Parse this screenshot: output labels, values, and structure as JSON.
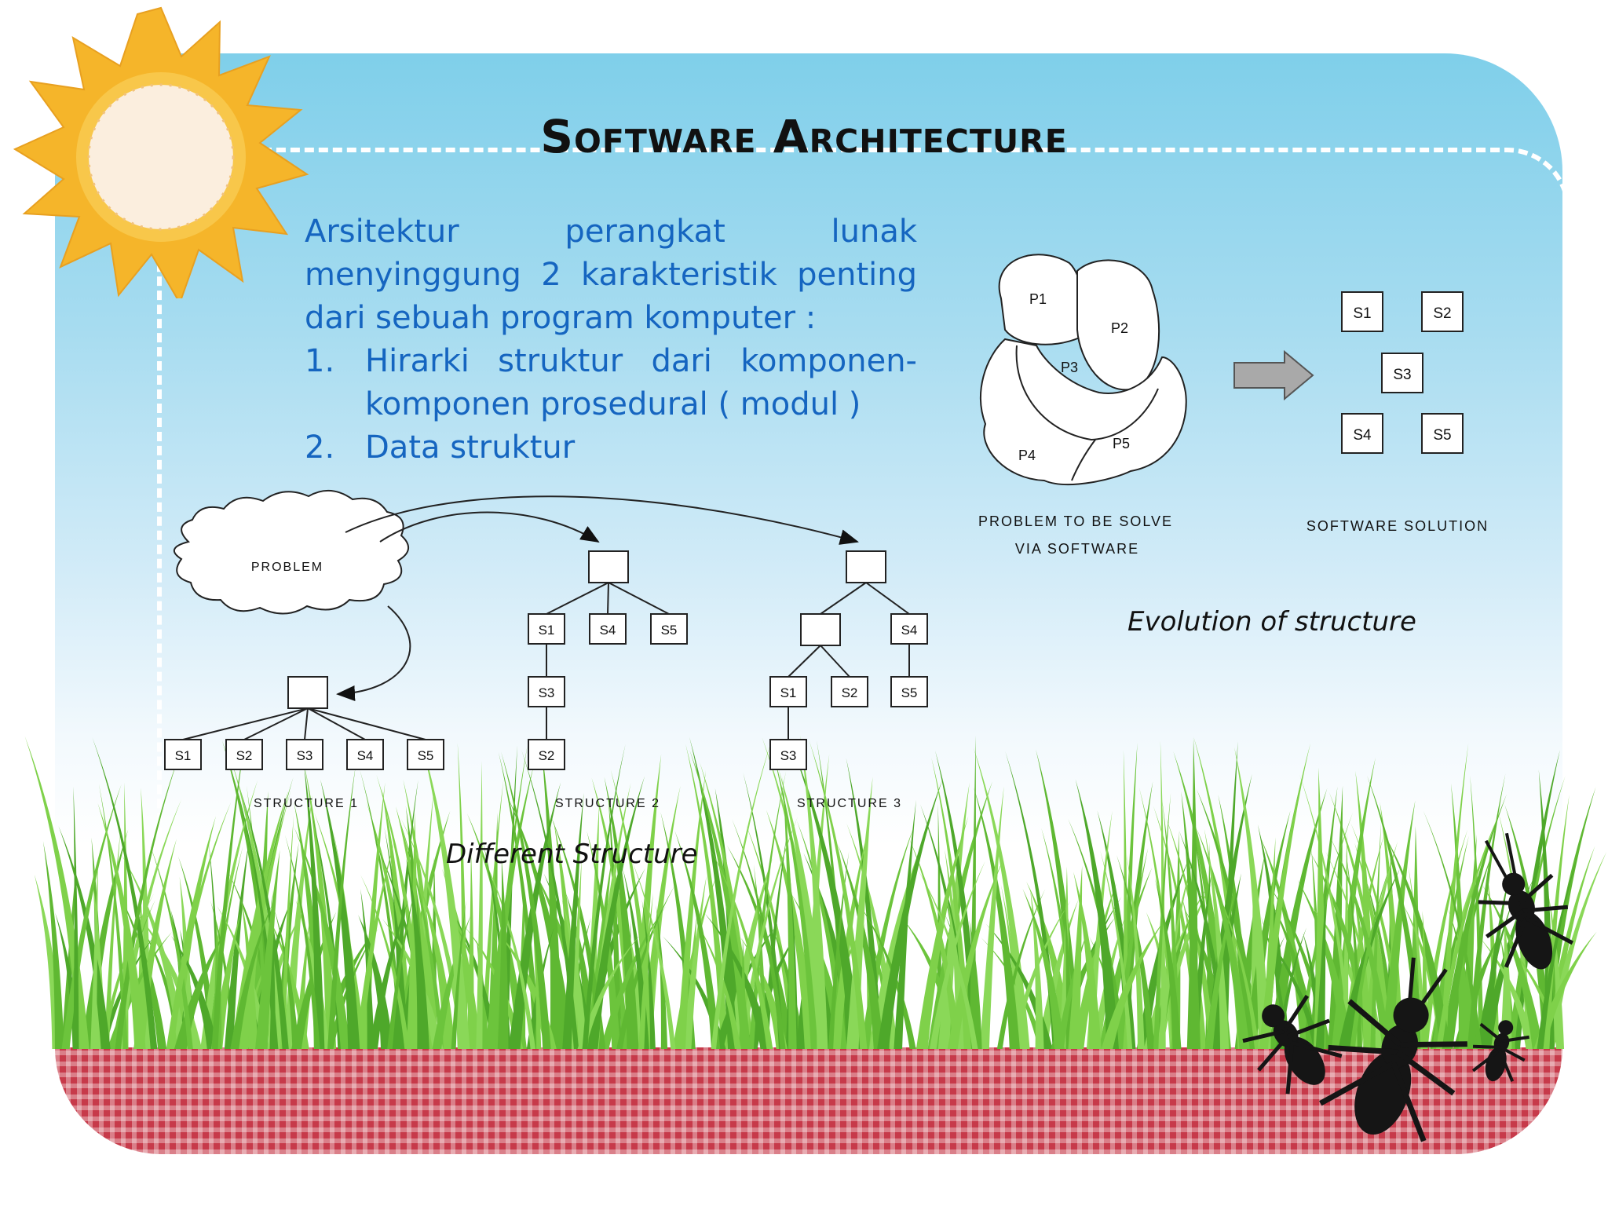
{
  "title": "Software Architecture",
  "intro": "Arsitektur perangkat lunak menyinggung 2 karakteristik penting dari sebuah program komputer :",
  "list": [
    {
      "num": "1.",
      "text": "Hirarki struktur dari komponen-komponen prosedural ( modul )"
    },
    {
      "num": "2.",
      "text": "Data struktur"
    }
  ],
  "problem_label": "PROBLEM",
  "structures": {
    "s1": {
      "label": "STRUCTURE 1",
      "children": [
        "S1",
        "S2",
        "S3",
        "S4",
        "S5"
      ]
    },
    "s2": {
      "label": "STRUCTURE 2",
      "level1": [
        "S1",
        "S4",
        "S5"
      ],
      "level2": "S3",
      "level3": "S2"
    },
    "s3": {
      "label": "STRUCTURE 3",
      "level1_right": "S4",
      "level2": [
        "S1",
        "S2",
        "S5"
      ],
      "level3": "S3"
    }
  },
  "different_caption": "Different Structure",
  "blob_parts": [
    "P1",
    "P2",
    "P3",
    "P4",
    "P5"
  ],
  "problem_caption_line1": "PROBLEM TO BE SOLVE",
  "problem_caption_line2": "VIA SOFTWARE",
  "solution_boxes": [
    "S1",
    "S2",
    "S3",
    "S4",
    "S5"
  ],
  "solution_caption": "SOFTWARE SOLUTION",
  "evolution_caption": "Evolution of structure",
  "colors": {
    "text_blue": "#1565c0",
    "grass": "#6cc43c",
    "cloth": "#c73a4a",
    "sun": "#f5b52a",
    "arrow": "#a9a9a9"
  }
}
